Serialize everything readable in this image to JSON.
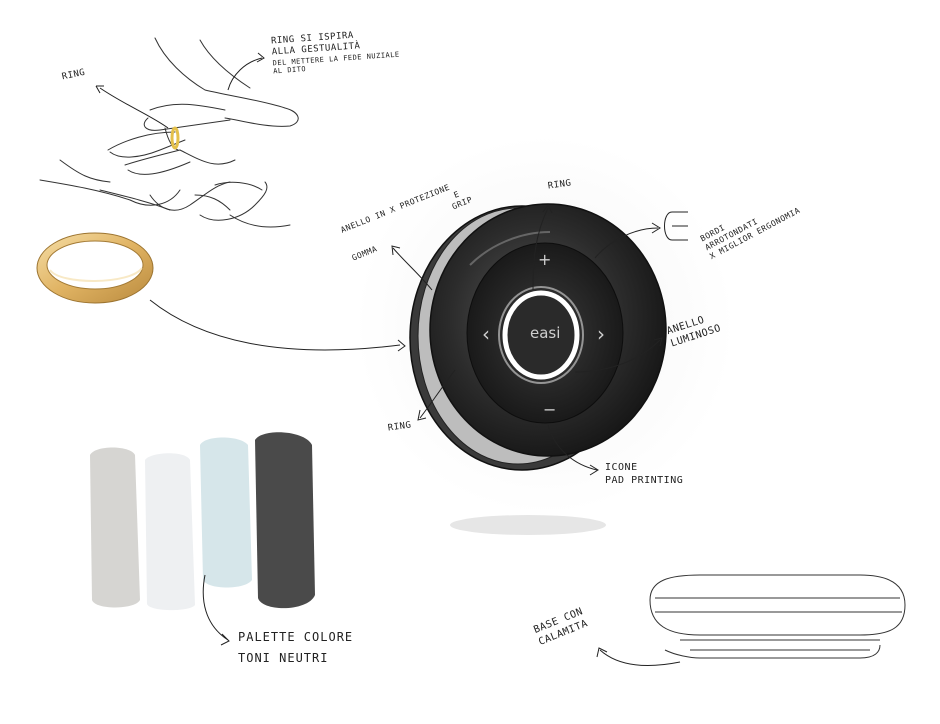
{
  "annotations": {
    "ring_top_left": "RING",
    "inspiration_line1": "RING SI ISPIRA",
    "inspiration_line2": "ALLA GESTUALITÀ",
    "inspiration_line3": "DEL METTERE LA FEDE NUZIALE",
    "inspiration_line4": "AL DITO",
    "ring_top": "RING",
    "rubber_line1": "ANELLO IN X PROTEZIONE",
    "rubber_line2": "E",
    "rubber_line3": "GRIP",
    "rubber_line4": "GOMMA",
    "edges_line1": "BORDI",
    "edges_line2": "ARROTONDATI",
    "edges_line3": "X MIGLIOR ERGONOMIA",
    "glow_line1": "ANELLO",
    "glow_line2": "LUMINOSO",
    "ring_left": "RING",
    "icons_line1": "ICONE",
    "icons_line2": "PAD PRINTING",
    "palette_line1": "PALETTE COLORE",
    "palette_line2": "TONI NEUTRI",
    "base_line1": "BASE CON",
    "base_line2": "CALAMITA"
  },
  "device": {
    "logo": "easi",
    "plus": "+",
    "minus": "−",
    "left": "‹",
    "right": "›"
  },
  "palette": {
    "colors": [
      "#d2d0cd",
      "#eef0f2",
      "#d6e6ea",
      "#4a4a4a"
    ]
  },
  "ring_color": "#e2b86a"
}
